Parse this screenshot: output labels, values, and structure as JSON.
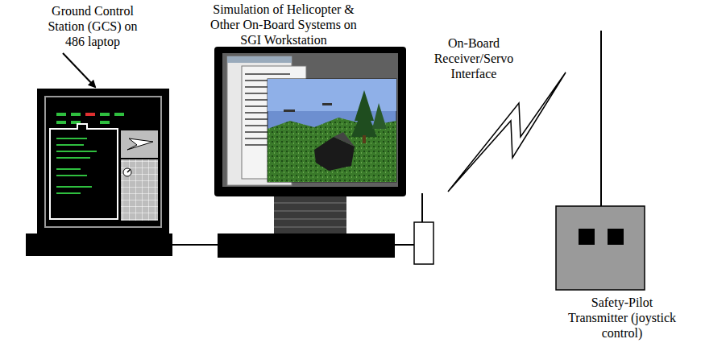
{
  "diagram": {
    "labels": [
      "Ground Control Station (GCS) on 486 laptop",
      "Simulation of Helicopter & Other On-Board Systems on SGI Workstation",
      "On-Board Receiver/Servo Interface",
      "Safety-Pilot Transmitter (joystick control)"
    ]
  }
}
